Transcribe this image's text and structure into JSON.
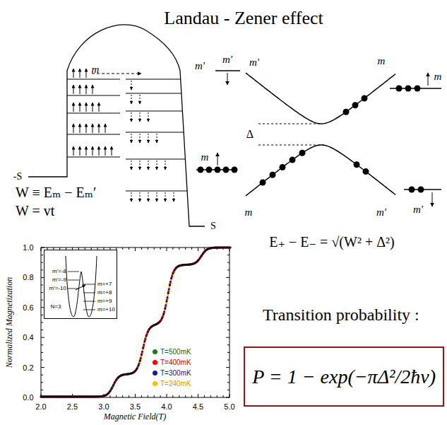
{
  "diagram": {
    "title": "Landau - Zener effect",
    "nodes": [
      {
        "text": [
          "m'=-8",
          "m'=-9",
          "m'=-10",
          "N=3",
          "m=+7",
          "m=+8",
          "m=+9",
          "m=+10"
        ]
      },
      {
        "text": [
          "P = 1 − exp(−πΔ²/2ħv)"
        ]
      }
    ],
    "labels": [
      "m",
      "m′",
      "-S",
      "S",
      "W ≡ Eₘ − Eₘ′",
      "W = vt",
      "m′",
      "m′",
      "m",
      "m",
      "Δ",
      "m",
      "m",
      "m′",
      "m′",
      "E₊ − E₋ = √(W² + Δ²)",
      "0.0",
      "0.2",
      "0.4",
      "0.6",
      "0.8",
      "1.0",
      "2.0",
      "2.5",
      "3.0",
      "3.5",
      "4.0",
      "4.5",
      "5.0",
      "Normalized Magnetization",
      "Magnetic Field(T)",
      "Transition probability :"
    ],
    "legend": [
      {
        "text": "T=500mK",
        "color": "#1e7b1e"
      },
      {
        "text": "T=400mK",
        "color": "#ff0000"
      },
      {
        "text": "T=300mK",
        "color": "#1a1aa0"
      },
      {
        "text": "T=240mK",
        "color": "#ffc000"
      }
    ]
  }
}
